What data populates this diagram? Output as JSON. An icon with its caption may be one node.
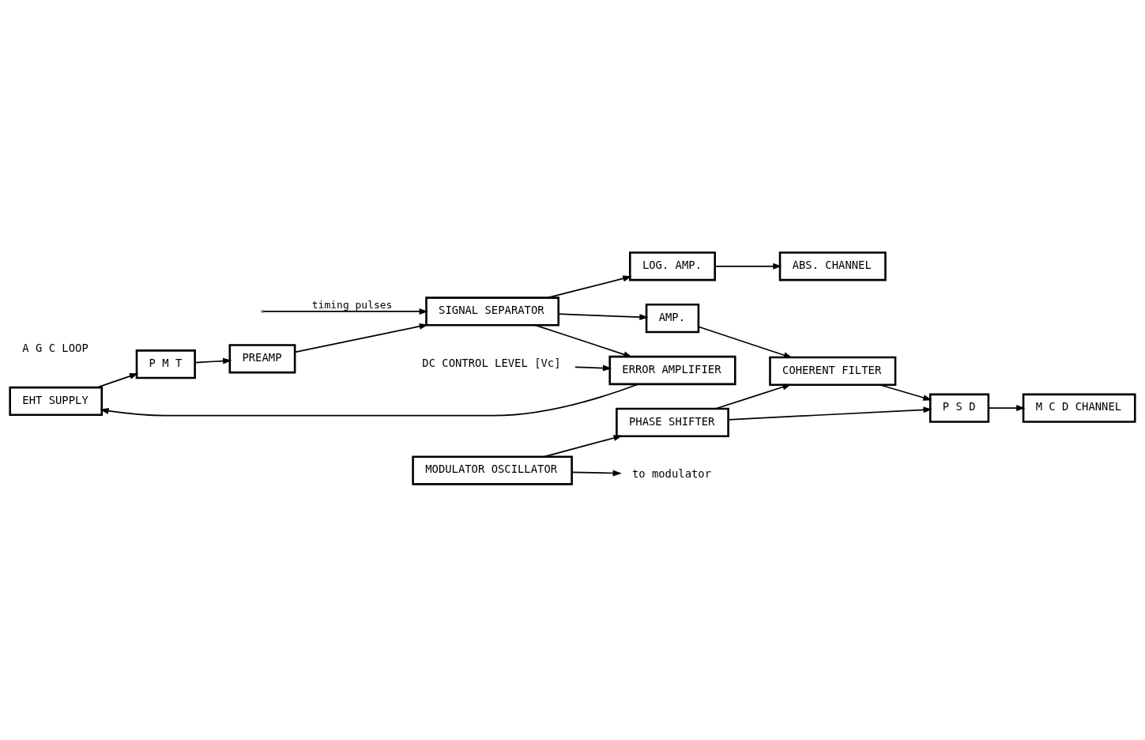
{
  "diagram": {
    "nodes": [
      {
        "text": [
          "EHT SUPPLY"
        ]
      },
      {
        "text": [
          "ERROR AMPLIFIER"
        ]
      },
      {
        "text": [
          "DC CONTROL LEVEL [Vc]"
        ]
      },
      {
        "text": [
          "P M T"
        ]
      },
      {
        "text": [
          "PREAMP"
        ]
      },
      {
        "text": [
          "SIGNAL SEPARATOR"
        ]
      },
      {
        "text": [
          "LOG. AMP."
        ]
      },
      {
        "text": [
          "ABS. CHANNEL"
        ]
      },
      {
        "text": [
          "AMP."
        ]
      },
      {
        "text": [
          "to modulator"
        ]
      },
      {
        "text": [
          "MODULATOR OSCILLATOR"
        ]
      },
      {
        "text": [
          "PHASE SHIFTER"
        ]
      },
      {
        "text": [
          "COHERENT FILTER"
        ]
      },
      {
        "text": [
          "M C D CHANNEL"
        ]
      },
      {
        "text": [
          "P S D"
        ]
      }
    ],
    "edges": [
      {
        "from": 2,
        "to": 1,
        "arrow": "to"
      },
      {
        "from": 5,
        "to": 1,
        "arrow": "to"
      },
      {
        "from": 1,
        "to": 0,
        "arrow": "to"
      },
      {
        "from": 0,
        "to": 3,
        "arrow": "to"
      },
      {
        "from": 3,
        "to": 4,
        "arrow": "to"
      },
      {
        "from": 4,
        "to": 5,
        "arrow": "to"
      },
      {
        "from": null,
        "to": 5,
        "arrow": "to",
        "label": "timing pulses"
      },
      {
        "from": 5,
        "to": 6,
        "arrow": "to"
      },
      {
        "from": 6,
        "to": 7,
        "arrow": "to"
      },
      {
        "from": 5,
        "to": 8,
        "arrow": "to"
      },
      {
        "from": 8,
        "to": 12,
        "arrow": "to"
      },
      {
        "from": 10,
        "to": 11,
        "arrow": "to"
      },
      {
        "from": 11,
        "to": 12,
        "arrow": "to"
      },
      {
        "from": 11,
        "to": 14,
        "arrow": "to"
      },
      {
        "from": 12,
        "to": 14,
        "arrow": "to"
      },
      {
        "from": 14,
        "to": 13,
        "arrow": "to"
      },
      {
        "from": 10,
        "to": 9,
        "arrow": "to"
      }
    ],
    "labels": [
      "A G C LOOP"
    ]
  }
}
